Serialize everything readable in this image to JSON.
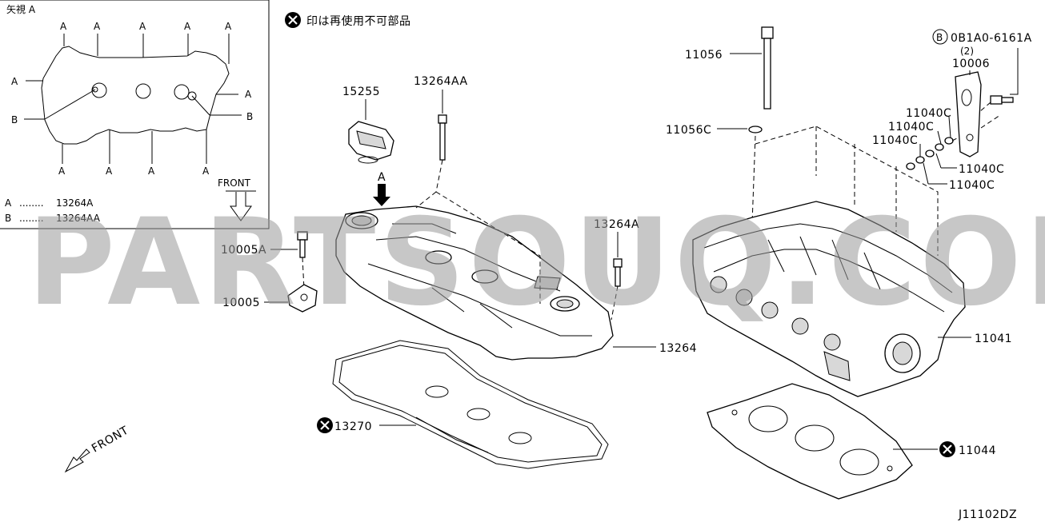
{
  "header_note": "印は再使用不可部品",
  "inset": {
    "title": "矢視 A",
    "callout_a": "A",
    "callout_b": "B",
    "front": "FRONT",
    "legend": [
      {
        "key": "A",
        "dots": "........",
        "value": "13264A"
      },
      {
        "key": "B",
        "dots": "........",
        "value": "13264AA"
      }
    ]
  },
  "labels": {
    "p15255": "15255",
    "p13264AA": "13264AA",
    "view_a": "A",
    "p13264A": "13264A",
    "p10005A": "10005A",
    "p10005": "10005",
    "p13264": "13264",
    "p13270": "13270",
    "p11056": "11056",
    "p11056C": "11056C",
    "p0B1A0": "0B1A0-6161A",
    "p0B1A0_qty": "(2)",
    "p10006": "10006",
    "p11040C_1": "11040C",
    "p11040C_2": "11040C",
    "p11040C_3": "11040C",
    "p11040C_4": "11040C",
    "p11040C_5": "11040C",
    "p11041": "11041",
    "p11044": "11044",
    "front_main": "FRONT",
    "bolt_mark": "B"
  },
  "watermark": "PARTSOUQ.COM",
  "diagram_code": "J11102DZ"
}
